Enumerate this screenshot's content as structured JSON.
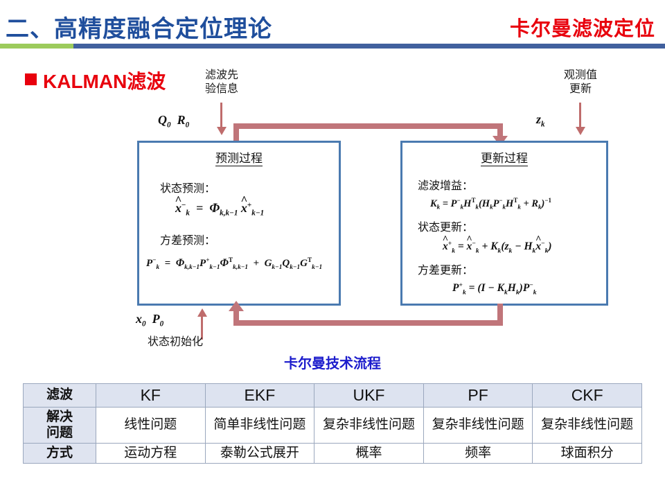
{
  "header": {
    "left_title": "二、高精度融合定位理论",
    "right_title": "卡尔曼滤波定位",
    "rule_green": "#9ccb5c",
    "rule_blue": "#41609e",
    "left_color": "#1f4e9c",
    "right_color": "#e8000d"
  },
  "section": {
    "bullet": "square-bullet",
    "title": "KALMAN滤波",
    "color": "#e8000d"
  },
  "annotations": {
    "prior_text": "滤波先\n验信息",
    "prior_line1": "滤波先",
    "prior_line2": "验信息",
    "prior_symbols": "Q₀ R₀",
    "observation_line1": "观测值",
    "observation_line2": "更新",
    "observation_symbol": "z_k",
    "init_symbols": "x₀ P₀",
    "init_text": "状态初始化"
  },
  "predict_box": {
    "title": "预测过程",
    "lead1": "状态预测：",
    "eq1": "x̂⁻_k = Φ_{k,k-1} x̂⁺_{k-1}",
    "lead2": "方差预测：",
    "eq2": "P⁻_k = Φ_{k,k-1} P⁺_{k-1} Φᵀ_{k,k-1} + G_{k-1} Q_{k-1} Gᵀ_{k-1}",
    "border_color": "#4a7ab0"
  },
  "update_box": {
    "title": "更新过程",
    "lead1": "滤波增益：",
    "eq1": "K_k = P⁻_k Hᵀ_k ( H_k P⁻_k Hᵀ_k + R_k )⁻¹",
    "lead2": "状态更新：",
    "eq2": "x̂⁺_k = x̂⁻_k + K_k ( z_k − H_k x̂⁻_k )",
    "lead3": "方差更新：",
    "eq3": "P⁺_k = ( I − K_k H_k ) P⁻_k",
    "border_color": "#4a7ab0"
  },
  "flow_caption": {
    "text": "卡尔曼技术流程",
    "color": "#1c1ccc"
  },
  "table": {
    "row_headers": [
      "滤波",
      "解决\n问题",
      "方式"
    ],
    "row_header_0": "滤波",
    "row_header_1_line1": "解决",
    "row_header_1_line2": "问题",
    "row_header_2": "方式",
    "columns": [
      "KF",
      "EKF",
      "UKF",
      "PF",
      "CKF"
    ],
    "rows": [
      {
        "header": "解决问题",
        "cells": [
          "线性问题",
          "简单非线性问题",
          "复杂非线性问题",
          "复杂非线性问题",
          "复杂非线性问题"
        ]
      },
      {
        "header": "方式",
        "cells": [
          "运动方程",
          "泰勒公式展开",
          "概率",
          "频率",
          "球面积分"
        ]
      }
    ],
    "header_bg": "#dde3f0",
    "rowhead_bg": "#dfe4f0",
    "border_color": "#9aa7bd"
  },
  "connector_color": "#c0757a"
}
